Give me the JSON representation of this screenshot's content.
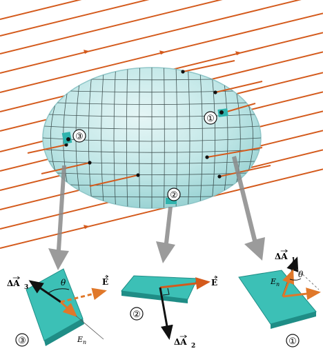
{
  "colors": {
    "field_line": "#d45a1c",
    "surface_fill": "#bfe6e6",
    "surface_edge": "#8fc6c8",
    "grid_line": "#2a3a3a",
    "element_patch": "#2fb3ad",
    "plate_top": "#3cc0b6",
    "plate_side": "#1f8d86",
    "zoom_arrow": "#8a8a8a",
    "vector_black": "#111111",
    "vector_orange": "#e0782a"
  },
  "icons": {
    "zoom_arrow": "gray-down-arrow-icon",
    "circle_label": "circled-number-icon"
  },
  "labels": {
    "patch_1": "①",
    "patch_2": "②",
    "patch_3": "③",
    "panel_1_number": "①",
    "panel_2_number": "②",
    "panel_3_number": "③"
  },
  "panel_3": {
    "area_vector_label": "ΔA",
    "area_subscript": "3",
    "field_label": "E",
    "theta": "θ",
    "normal_component": "E",
    "normal_subscript": "n"
  },
  "panel_2": {
    "area_vector_label": "ΔA",
    "area_subscript": "2",
    "field_label": "E"
  },
  "panel_1": {
    "area_vector_label": "ΔA",
    "area_subscript": "1",
    "normal_component": "E",
    "normal_subscript": "n",
    "theta": "θ"
  }
}
